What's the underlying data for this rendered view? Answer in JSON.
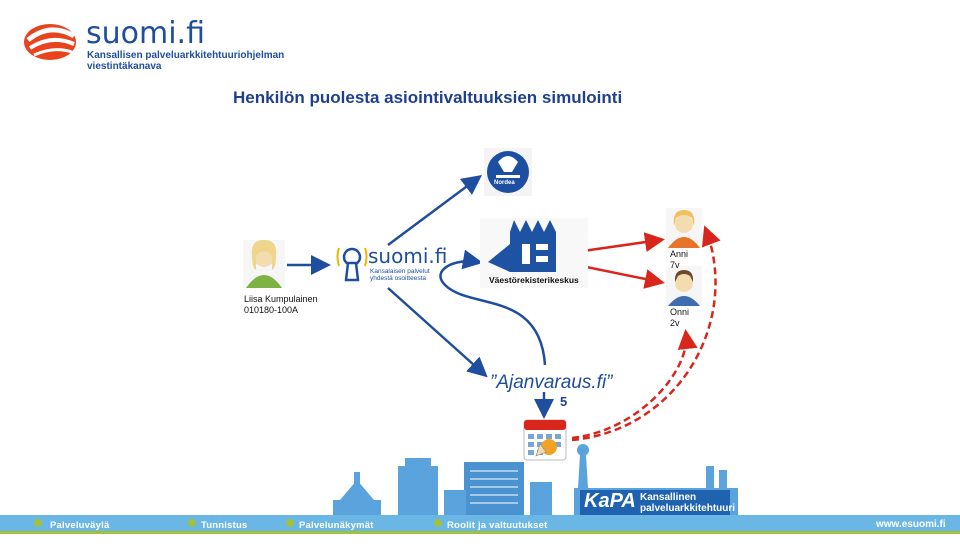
{
  "header": {
    "brand_name": "suomi.fi",
    "brand_subtitle": "Kansallisen palveluarkkitehtuuriohjelman viestintäkanava"
  },
  "title": "Henkilön puolesta asiointivaltuuksien simulointi",
  "nodes": {
    "user_name": "Liisa Kumpulainen",
    "user_id": "010180-100A",
    "suomifi_service": "suomi.fi",
    "suomifi_service_sub": "Kansalaisen palvelut yhdestä osoitteesta",
    "bank": "Nordea",
    "registry": "Väestörekisterikeskus",
    "child1_name": "Anni",
    "child1_age": "7v",
    "child2_name": "Onni",
    "child2_age": "2v",
    "booking_service": "”Ajanvaraus.fi”",
    "step_number": "5"
  },
  "footer": {
    "nav": [
      "Palveluväylä",
      "Tunnistus",
      "Palvelunäkymät",
      "Roolit ja valtuutukset"
    ],
    "kapa_name": "KaPA",
    "kapa_text": "Kansallinen palveluarkkitehtuuri",
    "website": "www.esuomi.fi"
  },
  "colors": {
    "blue": "#1f4e9e",
    "red": "#d9261c",
    "skyline": "#5aa3dd",
    "nav_bar": "#6ab7e6",
    "green_stripe": "#9fc13b"
  }
}
